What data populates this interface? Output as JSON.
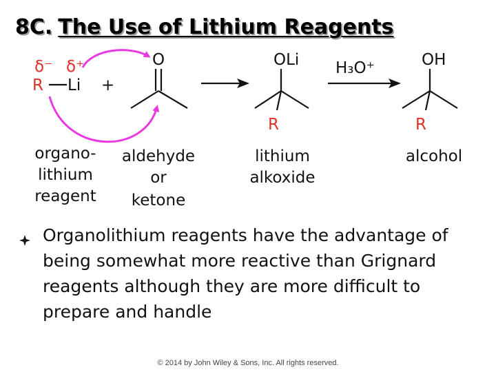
{
  "title": {
    "number": "8C.",
    "text": "The Use of Lithium Reagents"
  },
  "reaction": {
    "partial_charges": {
      "delta_minus": "δ⁻",
      "delta_plus": "δ⁺"
    },
    "reagent": {
      "R": "R",
      "Li": "Li"
    },
    "plus_sign": "+",
    "carbonyl_oxygen": "O",
    "alkoxide_group": "OLi",
    "alkoxide_R": "R",
    "hydronium": "H₃O⁺",
    "alcohol_group": "OH",
    "alcohol_R": "R",
    "arrow_color": "#e83ae0",
    "charge_color": "#e0302a"
  },
  "labels": {
    "organolithium": [
      "organo-",
      "lithium",
      "reagent"
    ],
    "carbonyl": [
      "aldehyde",
      "or",
      "ketone"
    ],
    "alkoxide": [
      "lithium",
      "alkoxide"
    ],
    "alcohol": [
      "alcohol"
    ]
  },
  "bullet": {
    "icon": "diamond-bullet-icon",
    "text": "Organolithium reagents have the advantage of being somewhat more reactive than Grignard reagents although they are more difficult to prepare and handle"
  },
  "footer": {
    "copyright": "© 2014 by John Wiley & Sons, Inc. All rights reserved."
  }
}
